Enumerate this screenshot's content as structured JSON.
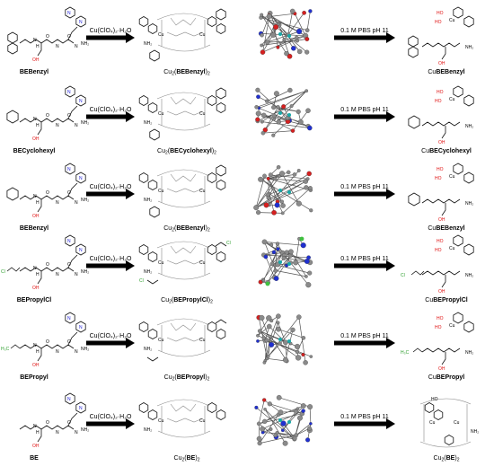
{
  "rows": [
    {
      "ligand": "BEBenzyl",
      "reagent": "Cu(ClO₄)₂·H₂O",
      "dimer_prefix": "Cu",
      "dimer_sub": "2",
      "dimer_name": "BEBenzyl",
      "dimer_suffix": "2",
      "condition": "0.1 M PBS pH 11",
      "product_prefix": "Cu",
      "product_name": "BEBenzyl",
      "group_color": "#2a9d2a",
      "group": "naphthyl"
    },
    {
      "ligand": "BECyclohexyl",
      "reagent": "Cu(ClO₄)₂·H₂O",
      "dimer_prefix": "Cu",
      "dimer_sub": "2",
      "dimer_name": "BECyclohexyl",
      "dimer_suffix": "2",
      "condition": "0.1 M PBS pH 11",
      "product_prefix": "Cu",
      "product_name": "BECyclohexyl",
      "group_color": "#2a9d2a",
      "group": "cyclohexyl"
    },
    {
      "ligand": "BEBenzyl",
      "reagent": "Cu(ClO₄)₂·H₂O",
      "dimer_prefix": "Cu",
      "dimer_sub": "2",
      "dimer_name": "BEBenzyl",
      "dimer_suffix": "2",
      "condition": "0.1 M PBS pH 11",
      "product_prefix": "Cu",
      "product_name": "BEBenzyl",
      "group_color": "#2a9d2a",
      "group": "benzyl"
    },
    {
      "ligand": "BEPropylCl",
      "reagent": "Cu(ClO₄)₂·H₂O",
      "dimer_prefix": "Cu",
      "dimer_sub": "2",
      "dimer_name": "BEPropylCl",
      "dimer_suffix": "2",
      "condition": "0.1 M PBS pH 11",
      "product_prefix": "Cu",
      "product_name": "BEPropylCl",
      "group_color": "#2a9d2a",
      "group": "propylcl"
    },
    {
      "ligand": "BEPropyl",
      "reagent": "Cu(ClO₄)₂·H₂O",
      "dimer_prefix": "Cu",
      "dimer_sub": "2",
      "dimer_name": "BEPropyl",
      "dimer_suffix": "2",
      "condition": "0.1 M PBS pH 11",
      "product_prefix": "Cu",
      "product_name": "BEPropyl",
      "group_color": "#2a9d2a",
      "group": "propyl"
    },
    {
      "ligand": "BE",
      "reagent": "Cu(ClO₄)₂·H₂O",
      "dimer_prefix": "Cu",
      "dimer_sub": "2",
      "dimer_name": "BE",
      "dimer_suffix": "2",
      "condition": "0.1 M PBS pH 11",
      "product_prefix": "Cu",
      "product_sub": "2",
      "product_name": "BE",
      "product_suffix": "2",
      "group_color": "#888888",
      "group": "none"
    }
  ],
  "atom_labels": {
    "OH": "OH",
    "HO": "HO",
    "NH2": "NH₂",
    "N": "N",
    "O": "O",
    "H": "H",
    "Cu": "Cu",
    "Cl": "Cl",
    "H3C": "H₃C"
  },
  "colors": {
    "pyridine": "#1a1ad6",
    "hydroxyl": "#e01010",
    "group": "#2a9d2a",
    "arrow": "#000000"
  }
}
